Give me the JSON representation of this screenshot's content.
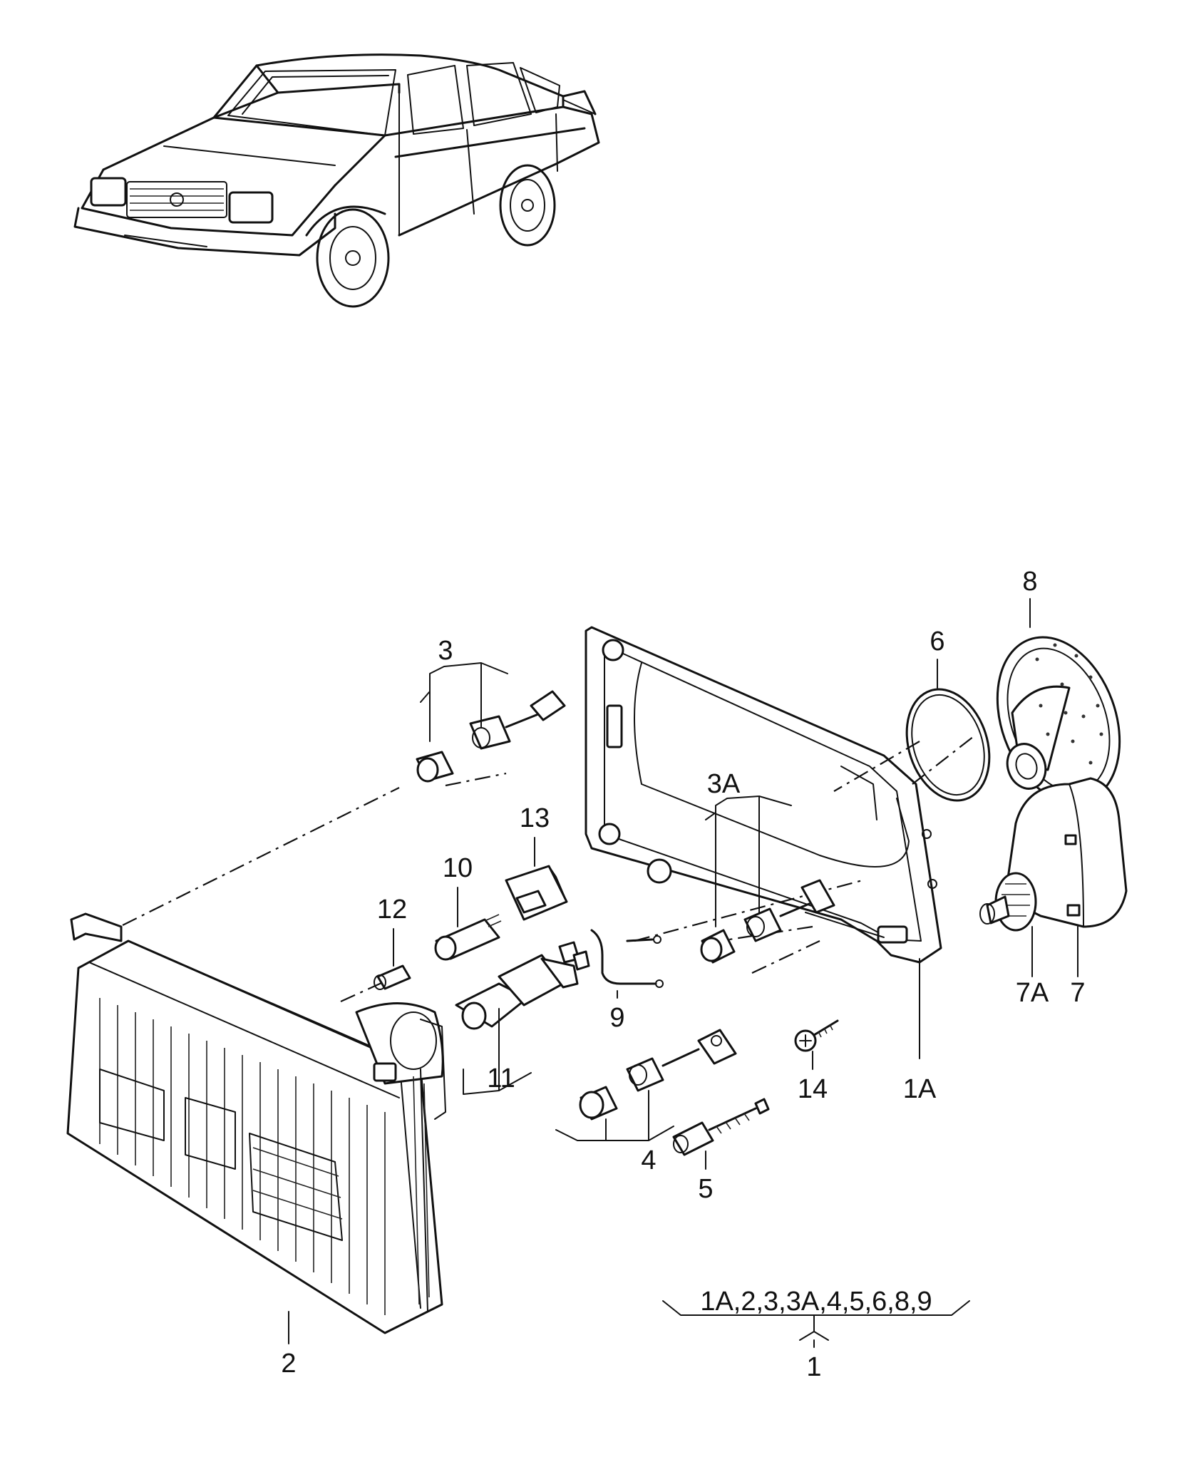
{
  "callouts": {
    "p1": "1",
    "p1a": "1A",
    "p2": "2",
    "p3": "3",
    "p3a": "3A",
    "p4": "4",
    "p5": "5",
    "p6": "6",
    "p7": "7",
    "p7a": "7A",
    "p8": "8",
    "p9": "9",
    "p10": "10",
    "p11": "11",
    "p12": "12",
    "p13": "13",
    "p14": "14"
  },
  "assembly_note": "1A,2,3,3A,4,5,6,8,9",
  "colors": {
    "ink": "#111111",
    "paper": "#ffffff"
  }
}
